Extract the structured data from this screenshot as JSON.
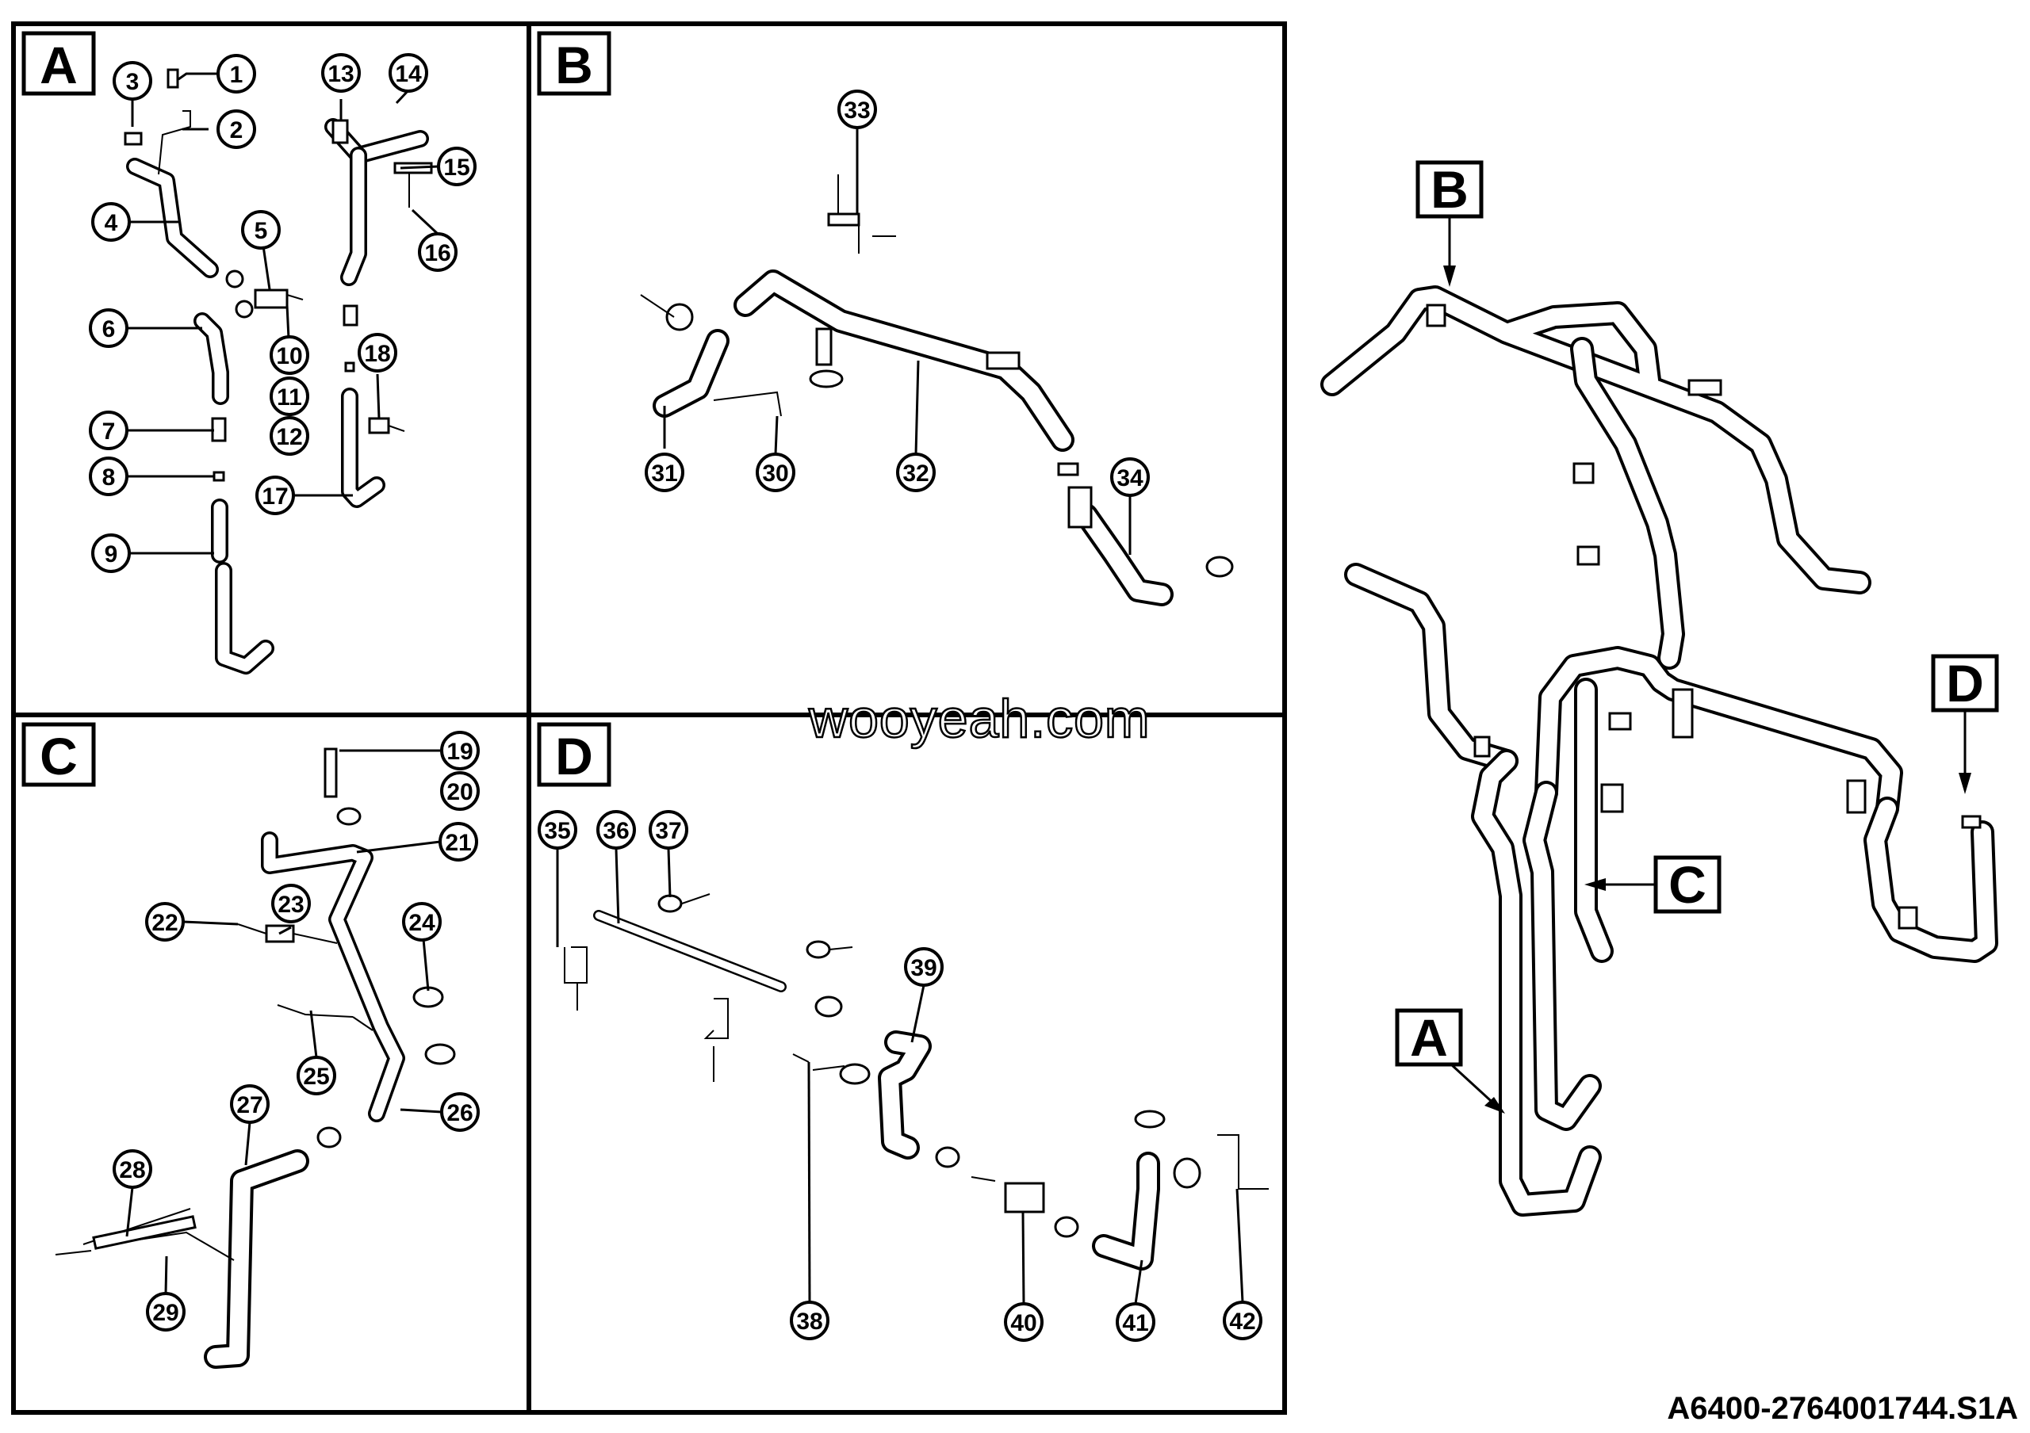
{
  "panels": [
    {
      "letter": "A"
    },
    {
      "letter": "B"
    },
    {
      "letter": "C"
    },
    {
      "letter": "D"
    }
  ],
  "overview_labels": [
    "B",
    "D",
    "C",
    "A"
  ],
  "callouts": [
    "1",
    "2",
    "3",
    "4",
    "5",
    "6",
    "7",
    "8",
    "9",
    "10",
    "11",
    "12",
    "13",
    "14",
    "15",
    "16",
    "17",
    "18",
    "19",
    "20",
    "21",
    "22",
    "23",
    "24",
    "25",
    "26",
    "27",
    "28",
    "29",
    "30",
    "31",
    "32",
    "33",
    "34",
    "35",
    "36",
    "37",
    "38",
    "39",
    "40",
    "41",
    "42"
  ],
  "watermark": "wooyeah.com",
  "document_code": "A6400-2764001744.S1A"
}
